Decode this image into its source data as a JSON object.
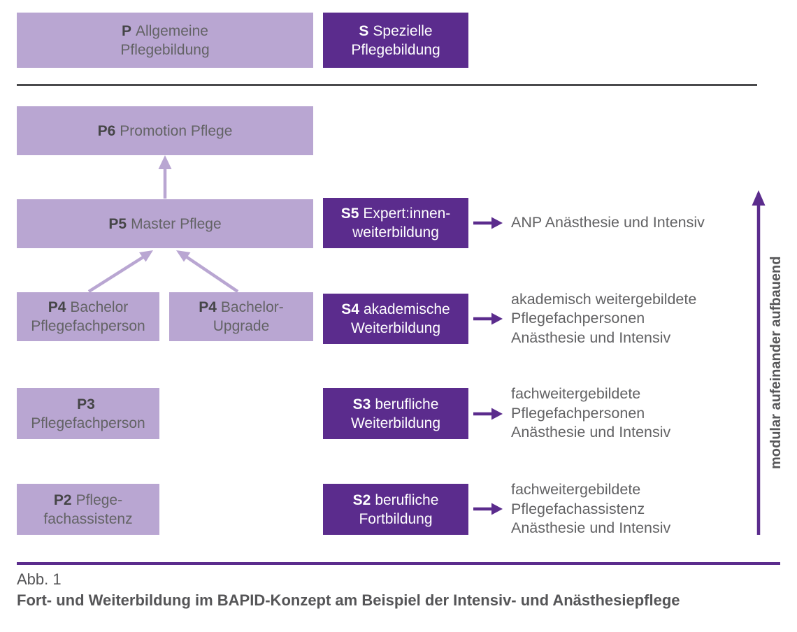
{
  "colors": {
    "light_purple": "#b9a6d2",
    "dark_purple": "#5b2c8d",
    "top_rule_gray": "#4a4a4c",
    "bottom_rule_purple": "#5b2c8d",
    "text_gray": "#626264",
    "prefix_dark_gray": "#454547",
    "box_text_white": "#ffffff"
  },
  "legend": {
    "general": {
      "prefix": "P",
      "line1": "Allgemeine",
      "line2": "Pflegebildung"
    },
    "special": {
      "prefix": "S",
      "line1": "Spezielle",
      "line2": "Pflegebildung"
    }
  },
  "p_track": {
    "p6": {
      "prefix": "P6",
      "line1": "Promotion Pflege",
      "line2": ""
    },
    "p5": {
      "prefix": "P5",
      "line1": "Master Pflege",
      "line2": ""
    },
    "p4a": {
      "prefix": "P4",
      "line1": "Bachelor",
      "line2": "Pflegefachperson"
    },
    "p4b": {
      "prefix": "P4",
      "line1": "Bachelor-",
      "line2": "Upgrade"
    },
    "p3": {
      "prefix": "P3",
      "line1": "",
      "line2": "Pflegefachperson"
    },
    "p2": {
      "prefix": "P2",
      "line1": "Pflege-",
      "line2": "fachassistenz"
    }
  },
  "s_track": {
    "s5": {
      "prefix": "S5",
      "line1": "Expert:innen-",
      "line2": "weiterbildung",
      "annotation": [
        "ANP Anästhesie und Intensiv"
      ]
    },
    "s4": {
      "prefix": "S4",
      "line1": "akademische",
      "line2": "Weiterbildung",
      "annotation": [
        "akademisch weitergebildete",
        "Pflegefachpersonen",
        "Anästhesie und Intensiv"
      ]
    },
    "s3": {
      "prefix": "S3",
      "line1": "berufliche",
      "line2": "Weiterbildung",
      "annotation": [
        "fachweitergebildete",
        "Pflegefachpersonen",
        "Anästhesie und Intensiv"
      ]
    },
    "s2": {
      "prefix": "S2",
      "line1": "berufliche",
      "line2": "Fortbildung",
      "annotation": [
        "fachweitergebildete",
        "Pflegefachassistenz",
        "Anästhesie und Intensiv"
      ]
    }
  },
  "side_label": "modular aufeinander aufbauend",
  "caption": {
    "label": "Abb. 1",
    "title": "Fort- und Weiterbildung im BAPID-Konzept am Beispiel der Intensiv- und Anästhesiepflege"
  }
}
